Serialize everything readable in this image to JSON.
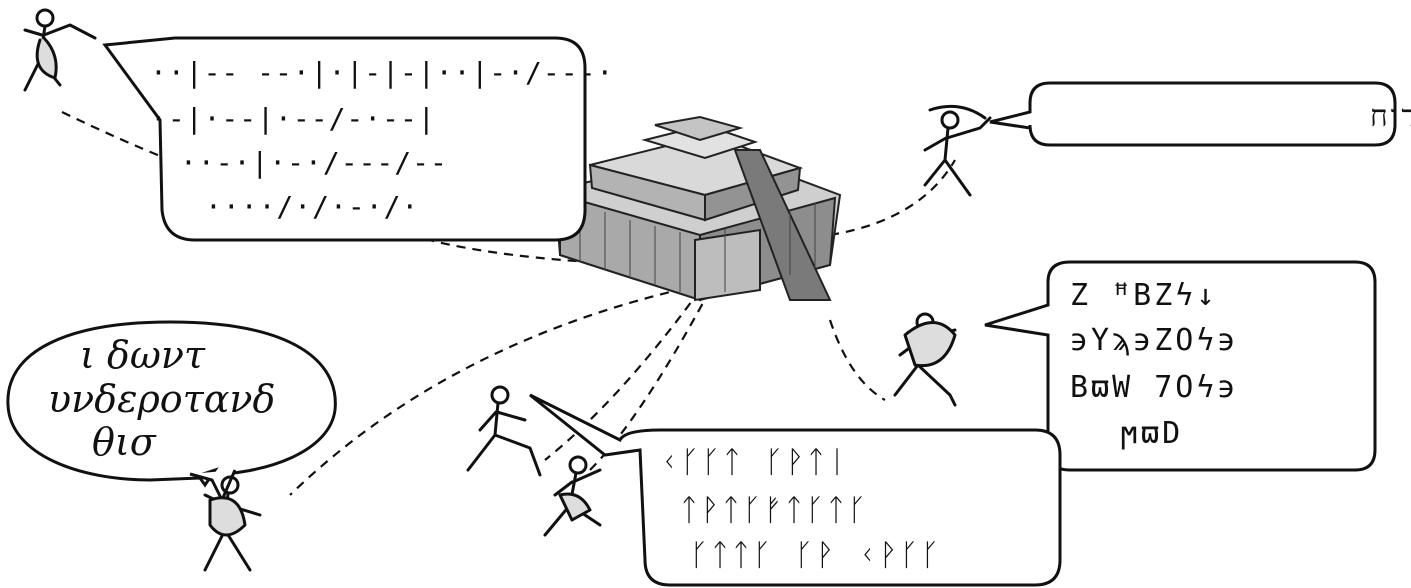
{
  "bubbles": {
    "morse": {
      "lines": [
        "··|--  --·|·|-|-|··|-·/---·",
        "·-|·--|·--/-·--|",
        "··-·|·-·/---/--",
        "····/·/·-·/·"
      ]
    },
    "hebrew": {
      "text": "גנד־ו־אמא דוח"
    },
    "phoenician": {
      "lines": [
        "Z  ꟸBZϟ↓",
        "϶Yϡ϶ZOϟ϶",
        "BϖW  7Oϟ϶",
        "ϻϖD"
      ]
    },
    "greek": {
      "lines": [
        "ι δωντ",
        "υνδεροτανδ",
        "θισ"
      ]
    },
    "runic": {
      "lines": [
        "ᚲᚴᚴᛏ  ᚴᚹᛏᛁ",
        "ᛏᚹᛏᚴᚠᛏᚴᛏᚴ",
        "ᚴᛏᛏᚴ ᚴᚹ ᚲᚹᚴᚴ"
      ]
    }
  }
}
